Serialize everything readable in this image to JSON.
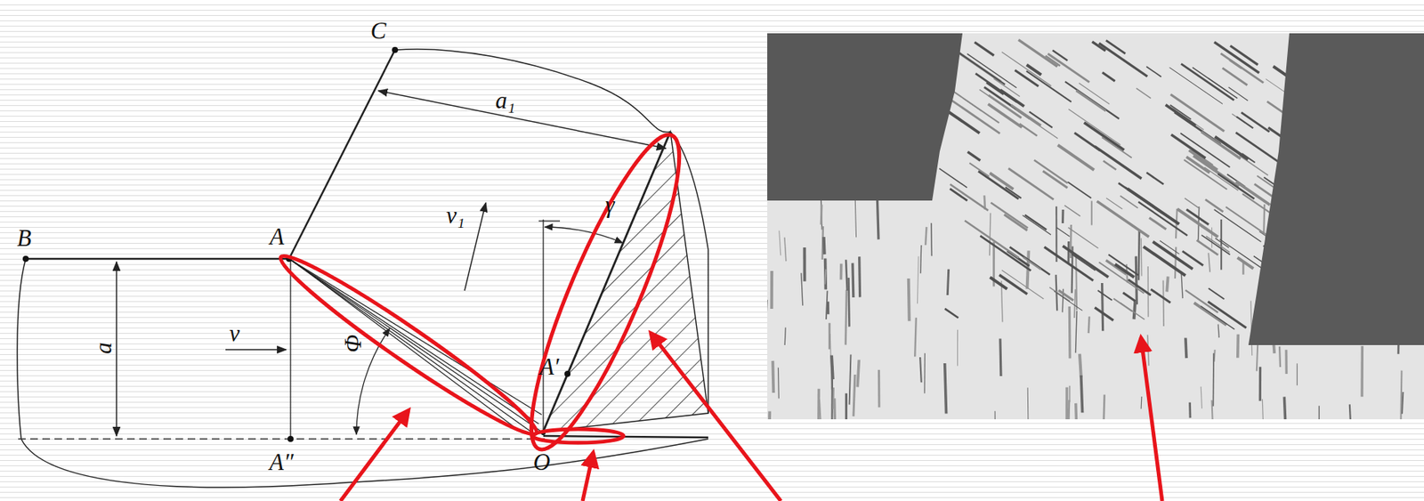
{
  "diagram": {
    "labels": [
      "C",
      "a₁",
      "B",
      "A",
      "v₁",
      "γ",
      "a",
      "v",
      "Φ",
      "A′",
      "A″",
      "O"
    ]
  }
}
